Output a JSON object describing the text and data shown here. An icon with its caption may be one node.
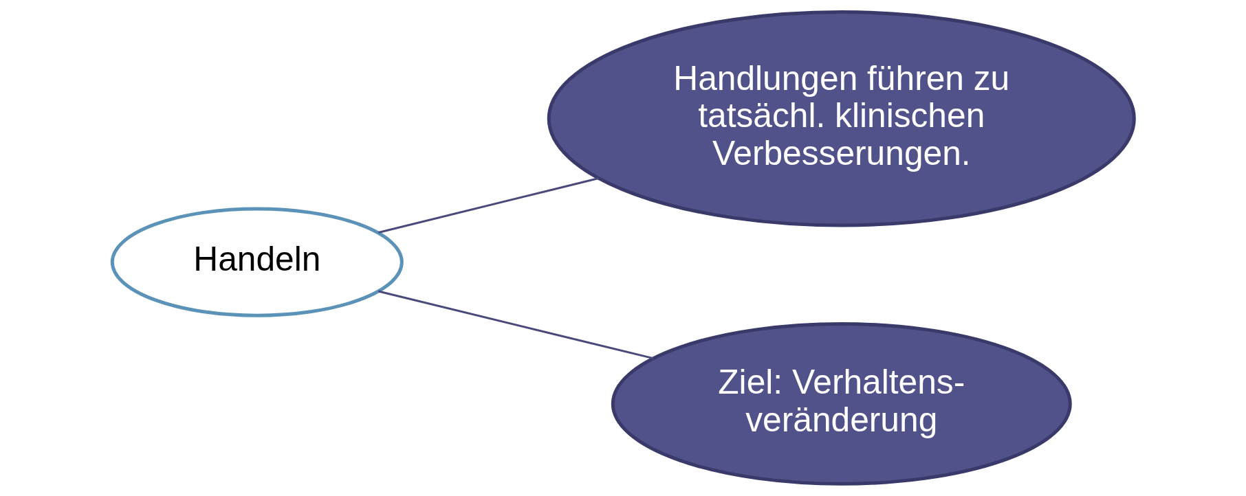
{
  "diagram": {
    "nodes": [
      {
        "text": [
          "Handeln"
        ]
      },
      {
        "text": [
          "Handlungen führen zu tatsächl. klinischen Verbesserungen."
        ]
      },
      {
        "text": [
          "Ziel: Verhaltens- veränderung"
        ]
      }
    ],
    "edges": [
      {
        "from": 0,
        "to": 1,
        "arrow": "none"
      },
      {
        "from": 0,
        "to": 2,
        "arrow": "none"
      }
    ]
  }
}
